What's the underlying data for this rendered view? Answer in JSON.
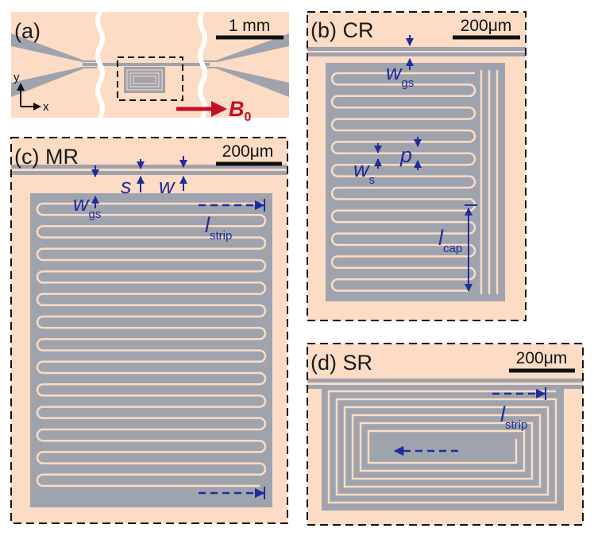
{
  "panels": {
    "a": {
      "label": "(a)",
      "scale": "1 mm",
      "axis_y": "y",
      "axis_x": "x",
      "field": "B",
      "field_sub": "0"
    },
    "b": {
      "label": "(b) CR",
      "scale": "200μm",
      "w_gs": {
        "main": "w",
        "sub": "gs"
      },
      "w_s": {
        "main": "w",
        "sub": "s"
      },
      "p": {
        "main": "p"
      },
      "l_cap": {
        "main": "l",
        "sub": "cap"
      }
    },
    "c": {
      "label": "(c) MR",
      "scale": "200μm",
      "s": {
        "main": "s"
      },
      "w": {
        "main": "w"
      },
      "w_gs": {
        "main": "w",
        "sub": "gs"
      },
      "l_strip": {
        "main": "l",
        "sub": "strip"
      }
    },
    "d": {
      "label": "(d) SR",
      "scale": "200μm",
      "l_strip": {
        "main": "l",
        "sub": "strip"
      }
    }
  },
  "colors": {
    "background": "#fcdcc4",
    "metal": "#9fa3ad",
    "annotation": "#1f2d9a",
    "field": "#c0102a"
  }
}
